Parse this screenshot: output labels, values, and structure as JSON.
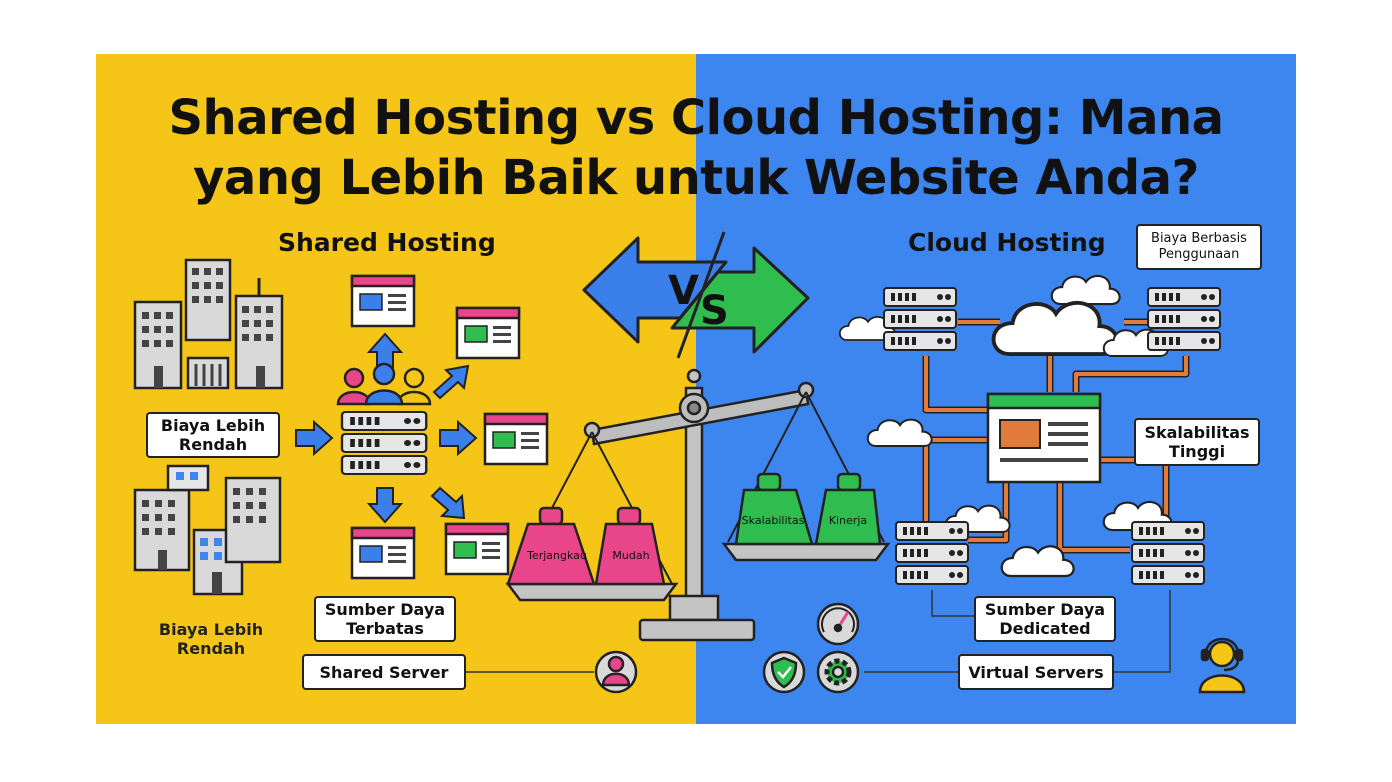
{
  "title": {
    "line1": "Shared Hosting vs Cloud Hosting: Mana",
    "line2": "yang Lebih Baik untuk Website Anda?"
  },
  "shared": {
    "heading": "Shared Hosting",
    "cost_label": "Biaya Lebih\nRendah",
    "cost_label_plain": "Biaya Lebih\nRendah",
    "limited_label": "Sumber Daya\nTerbatas",
    "server_label": "Shared Server",
    "weight_left": "Terjangkau",
    "weight_right": "Mudah"
  },
  "vs": {
    "v": "V",
    "s": "S"
  },
  "cloud": {
    "heading": "Cloud Hosting",
    "usage_label": "Biaya Berbasis\nPenggunaan",
    "scal_label": "Skalabilitas\nTinggi",
    "dedicated_label": "Sumber Daya\nDedicated",
    "virtual_label": "Virtual Servers",
    "weight_left": "Skalabilitas",
    "weight_right": "Kinerja"
  },
  "colors": {
    "yellow": "#F5C518",
    "blue": "#3D86F0",
    "arrow_blue": "#3B7FEA",
    "green": "#2EBD4E",
    "pink": "#E8458B",
    "orange": "#E07B39",
    "gray": "#A3A3A3"
  }
}
